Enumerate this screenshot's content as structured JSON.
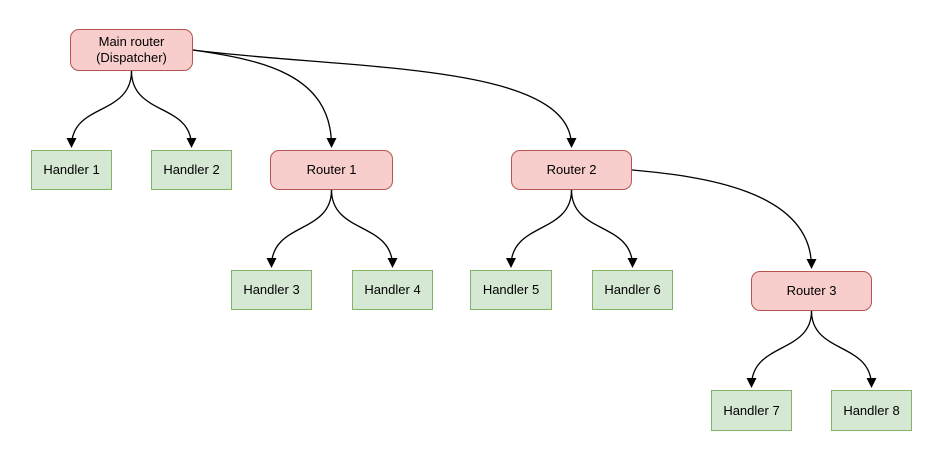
{
  "diagram": {
    "type": "flow-tree",
    "nodes": {
      "main_router": {
        "line1": "Main router",
        "line2": "(Dispatcher)",
        "kind": "router"
      },
      "handler_1": {
        "label": "Handler 1",
        "kind": "handler"
      },
      "handler_2": {
        "label": "Handler 2",
        "kind": "handler"
      },
      "router_1": {
        "label": "Router 1",
        "kind": "router"
      },
      "handler_3": {
        "label": "Handler 3",
        "kind": "handler"
      },
      "handler_4": {
        "label": "Handler 4",
        "kind": "handler"
      },
      "router_2": {
        "label": "Router 2",
        "kind": "router"
      },
      "handler_5": {
        "label": "Handler 5",
        "kind": "handler"
      },
      "handler_6": {
        "label": "Handler 6",
        "kind": "handler"
      },
      "router_3": {
        "label": "Router 3",
        "kind": "router"
      },
      "handler_7": {
        "label": "Handler 7",
        "kind": "handler"
      },
      "handler_8": {
        "label": "Handler 8",
        "kind": "handler"
      }
    },
    "edges": [
      {
        "from": "main_router",
        "to": "handler_1"
      },
      {
        "from": "main_router",
        "to": "handler_2"
      },
      {
        "from": "main_router",
        "to": "router_1"
      },
      {
        "from": "main_router",
        "to": "router_2"
      },
      {
        "from": "router_1",
        "to": "handler_3"
      },
      {
        "from": "router_1",
        "to": "handler_4"
      },
      {
        "from": "router_2",
        "to": "handler_5"
      },
      {
        "from": "router_2",
        "to": "handler_6"
      },
      {
        "from": "router_2",
        "to": "router_3"
      },
      {
        "from": "router_3",
        "to": "handler_7"
      },
      {
        "from": "router_3",
        "to": "handler_8"
      }
    ],
    "colors": {
      "bg": "#ffffff",
      "edge": "#000000",
      "router_fill": "#f8cecc",
      "router_border": "#b85450",
      "handler_fill": "#d5e8d4",
      "handler_border": "#82b366"
    }
  }
}
